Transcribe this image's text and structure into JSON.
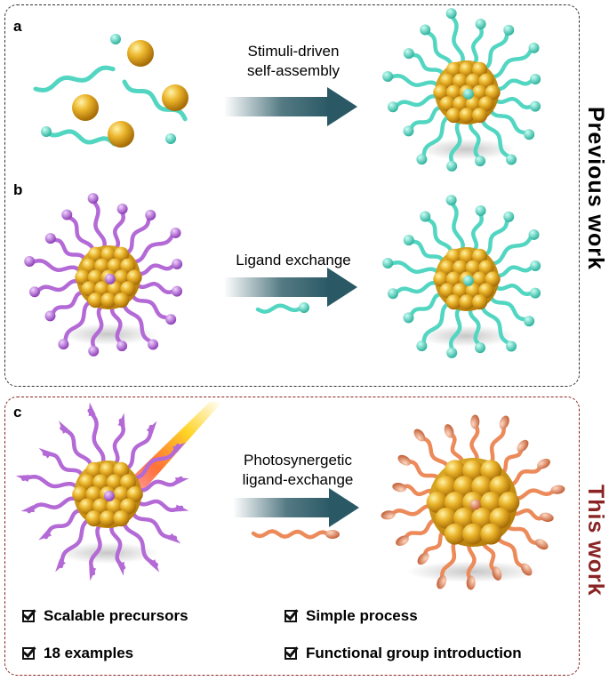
{
  "panels": {
    "a": {
      "label": "a",
      "caption_line1": "Stimuli-driven",
      "caption_line2": "self-assembly"
    },
    "b": {
      "label": "b",
      "caption": "Ligand exchange"
    },
    "c": {
      "label": "c",
      "caption_line1": "Photosynergetic",
      "caption_line2": "ligand-exchange"
    }
  },
  "side_labels": {
    "previous": "Previous work",
    "this": "This work"
  },
  "features": [
    "Scalable precursors",
    "Simple process",
    "18 examples",
    "Functional group introduction"
  ],
  "colors": {
    "gold": "#e3a81c",
    "teal": "#52d6c2",
    "purple": "#b46ad6",
    "orange": "#ec8a5a",
    "arrow": "#2a5965",
    "previous_text": "#000000",
    "this_text": "#8a2424"
  }
}
